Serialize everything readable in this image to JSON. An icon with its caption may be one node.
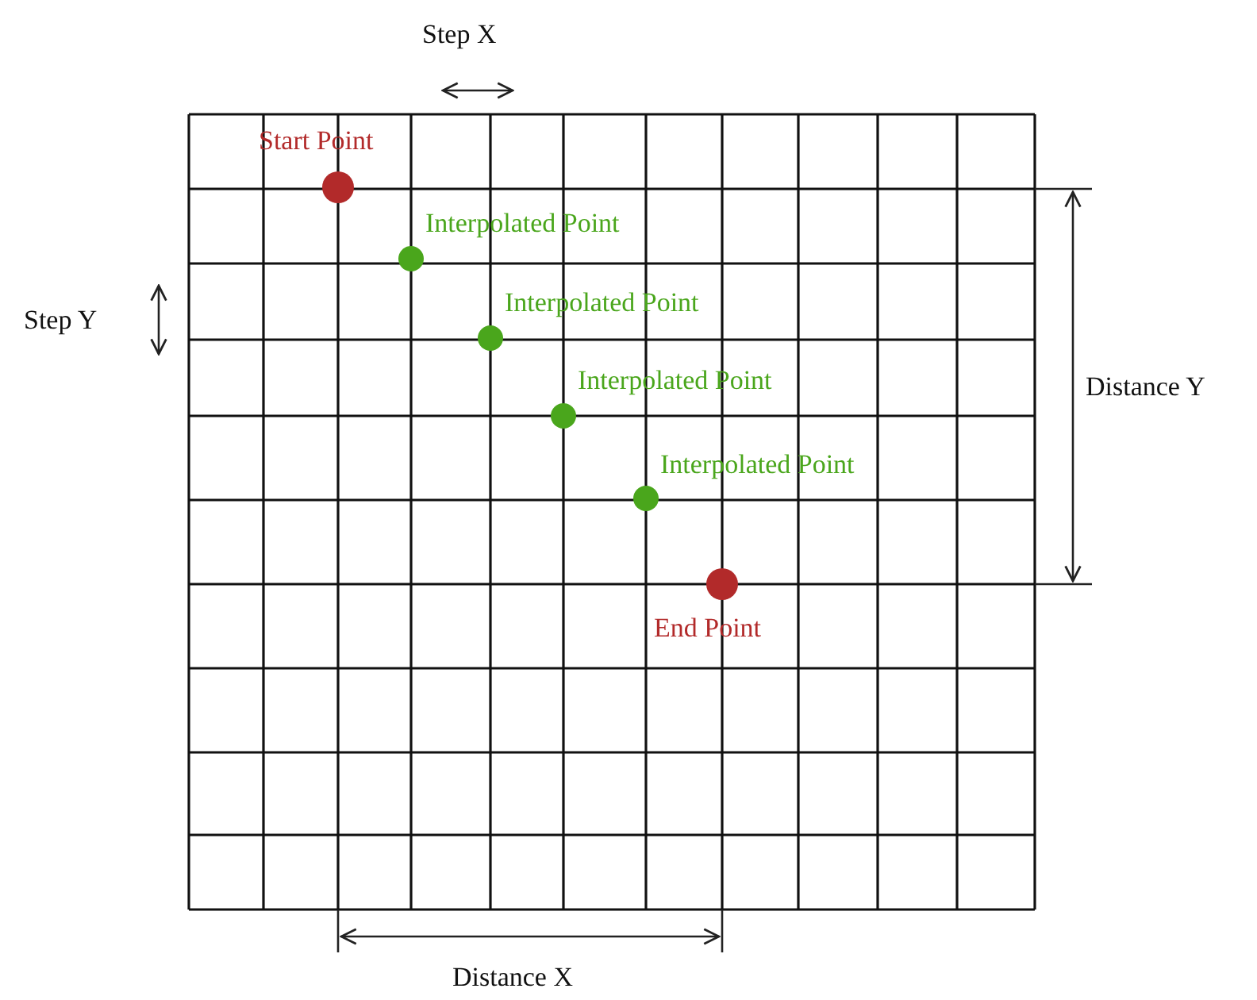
{
  "diagram": {
    "nodes": [
      {
        "text": [],
        "shape": "circle",
        "beside": [
          "Start Point"
        ]
      },
      {
        "text": [],
        "shape": "circle",
        "beside": [
          "Interpolated Point"
        ]
      },
      {
        "text": [],
        "shape": "circle",
        "beside": [
          "Interpolated Point"
        ]
      },
      {
        "text": [],
        "shape": "circle",
        "beside": [
          "Interpolated Point"
        ]
      },
      {
        "text": [],
        "shape": "circle",
        "beside": [
          "Interpolated Point"
        ]
      },
      {
        "text": [],
        "shape": "circle",
        "beside": [
          "End Point"
        ]
      }
    ],
    "labels": [
      "Step X",
      "Step Y",
      "Distance Y",
      "Distance X"
    ]
  }
}
